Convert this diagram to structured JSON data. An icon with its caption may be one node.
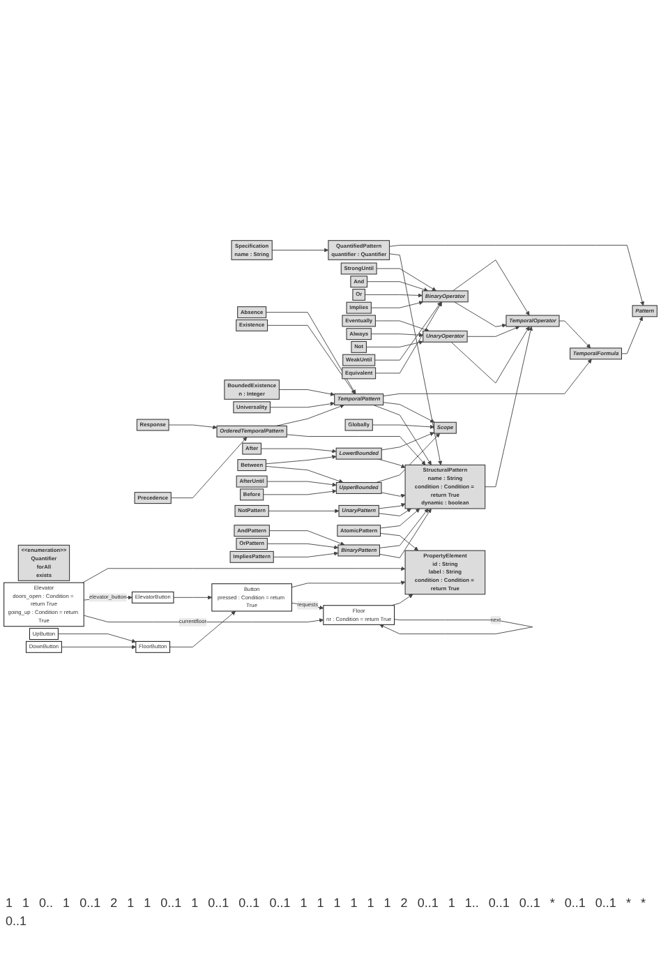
{
  "diagram": {
    "nodes": [
      {
        "text": [
          "Specification",
          "name : String"
        ]
      },
      {
        "text": [
          "QuantifiedPattern",
          "quantifier : Quantifier"
        ]
      },
      {
        "text": [
          "Pattern"
        ]
      },
      {
        "text": [
          "<<enumeration>>",
          "Quantifier",
          "forAll",
          "exists"
        ]
      },
      {
        "text": [
          "TemporalFormula"
        ]
      },
      {
        "text": [
          "TemporalOperator"
        ]
      },
      {
        "text": [
          "BinaryOperator"
        ]
      },
      {
        "text": [
          "UnaryOperator"
        ]
      },
      {
        "text": [
          "StrongUntil"
        ]
      },
      {
        "text": [
          "And"
        ]
      },
      {
        "text": [
          "Or"
        ]
      },
      {
        "text": [
          "Implies"
        ]
      },
      {
        "text": [
          "Eventually"
        ]
      },
      {
        "text": [
          "Always"
        ]
      },
      {
        "text": [
          "Not"
        ]
      },
      {
        "text": [
          "WeakUntil"
        ]
      },
      {
        "text": [
          "Equivalent"
        ]
      },
      {
        "text": [
          "TemporalPattern"
        ]
      },
      {
        "text": [
          "Scope"
        ]
      },
      {
        "text": [
          "Absence"
        ]
      },
      {
        "text": [
          "Existence"
        ]
      },
      {
        "text": [
          "BoundedExistence",
          "n : Integer"
        ]
      },
      {
        "text": [
          "Universality"
        ]
      },
      {
        "text": [
          "Globally"
        ]
      },
      {
        "text": [
          "LowerBounded"
        ]
      },
      {
        "text": [
          "UpperBounded"
        ]
      },
      {
        "text": [
          "OrderedTemporalPattern"
        ]
      },
      {
        "text": [
          "After"
        ]
      },
      {
        "text": [
          "Between"
        ]
      },
      {
        "text": [
          "AfterUntil"
        ]
      },
      {
        "text": [
          "Before"
        ]
      },
      {
        "text": [
          "Response"
        ]
      },
      {
        "text": [
          "Precedence"
        ]
      },
      {
        "text": [
          "StructuralPattern",
          "name : String",
          "condition : Condition = return True",
          "dynamic : boolean"
        ]
      },
      {
        "text": [
          "UnaryPattern"
        ]
      },
      {
        "text": [
          "BinaryPattern"
        ]
      },
      {
        "text": [
          "AtomicPattern"
        ]
      },
      {
        "text": [
          "PropertyElement",
          "id : String",
          "label : String",
          "condition : Condition = return True"
        ]
      },
      {
        "text": [
          "NotPattern"
        ]
      },
      {
        "text": [
          "AndPattern"
        ]
      },
      {
        "text": [
          "OrPattern"
        ]
      },
      {
        "text": [
          "ImpliesPattern"
        ]
      },
      {
        "text": [
          "Floor",
          "nr : Condition = return True"
        ]
      },
      {
        "text": [
          "Button",
          "pressed : Condition = return True"
        ]
      },
      {
        "text": [
          "ElevatorButton"
        ]
      },
      {
        "text": [
          "FloorButton"
        ]
      },
      {
        "text": [
          "Elevator",
          "doors_open : Condition = return True",
          "going_up : Condition = return True"
        ]
      },
      {
        "text": [
          "UpButton"
        ]
      },
      {
        "text": [
          "DownButton"
        ]
      }
    ],
    "edges": [
      {
        "from": 0,
        "to": 1,
        "arrow": "to"
      },
      {
        "from": 1,
        "to": 2,
        "arrow": "to"
      },
      {
        "from": 4,
        "to": 2,
        "arrow": "to"
      },
      {
        "from": 5,
        "to": 4,
        "arrow": "to"
      },
      {
        "from": 17,
        "to": 4,
        "arrow": "to"
      },
      {
        "from": 1,
        "to": 33,
        "arrow": "to"
      },
      {
        "from": 6,
        "to": 5,
        "arrow": "to"
      },
      {
        "from": 7,
        "to": 5,
        "arrow": "to"
      },
      {
        "from": 33,
        "to": 5,
        "arrow": "to"
      },
      {
        "from": 6,
        "to": 5,
        "arrow": "to"
      },
      {
        "from": 7,
        "to": 5,
        "arrow": "to"
      },
      {
        "from": 8,
        "to": 6,
        "arrow": "to"
      },
      {
        "from": 15,
        "to": 6,
        "arrow": "to"
      },
      {
        "from": 9,
        "to": 6,
        "arrow": "to"
      },
      {
        "from": 16,
        "to": 6,
        "arrow": "to"
      },
      {
        "from": 10,
        "to": 6,
        "arrow": "to"
      },
      {
        "from": 11,
        "to": 6,
        "arrow": "to"
      },
      {
        "from": 12,
        "to": 7,
        "arrow": "to"
      },
      {
        "from": 13,
        "to": 7,
        "arrow": "to"
      },
      {
        "from": 14,
        "to": 7,
        "arrow": "to"
      },
      {
        "from": 17,
        "to": 18,
        "arrow": "to"
      },
      {
        "from": 19,
        "to": 17,
        "arrow": "to"
      },
      {
        "from": 22,
        "to": 17,
        "arrow": "to"
      },
      {
        "from": 20,
        "to": 17,
        "arrow": "to"
      },
      {
        "from": 26,
        "to": 17,
        "arrow": "to"
      },
      {
        "from": 21,
        "to": 17,
        "arrow": "to"
      },
      {
        "from": 17,
        "to": 33,
        "arrow": "to"
      },
      {
        "from": 23,
        "to": 18,
        "arrow": "to"
      },
      {
        "from": 24,
        "to": 18,
        "arrow": "to"
      },
      {
        "from": 25,
        "to": 18,
        "arrow": "to"
      },
      {
        "from": 24,
        "to": 33,
        "arrow": "to"
      },
      {
        "from": 25,
        "to": 33,
        "arrow": "to"
      },
      {
        "from": 26,
        "to": 33,
        "arrow": "to"
      },
      {
        "from": 27,
        "to": 24,
        "arrow": "to"
      },
      {
        "from": 28,
        "to": 24,
        "arrow": "to"
      },
      {
        "from": 28,
        "to": 25,
        "arrow": "to"
      },
      {
        "from": 29,
        "to": 25,
        "arrow": "to"
      },
      {
        "from": 30,
        "to": 25,
        "arrow": "to"
      },
      {
        "from": 31,
        "to": 26,
        "arrow": "to"
      },
      {
        "from": 32,
        "to": 26,
        "arrow": "to"
      },
      {
        "from": 34,
        "to": 33,
        "arrow": "to"
      },
      {
        "from": 35,
        "to": 33,
        "arrow": "to"
      },
      {
        "from": 36,
        "to": 33,
        "arrow": "to"
      },
      {
        "from": 34,
        "to": 33,
        "arrow": "to"
      },
      {
        "from": 35,
        "to": 33,
        "arrow": "to"
      },
      {
        "from": 36,
        "to": 37,
        "arrow": "to"
      },
      {
        "from": 38,
        "to": 34,
        "arrow": "to"
      },
      {
        "from": 39,
        "to": 35,
        "arrow": "to"
      },
      {
        "from": 40,
        "to": 35,
        "arrow": "to"
      },
      {
        "from": 41,
        "to": 35,
        "arrow": "to"
      },
      {
        "from": 42,
        "to": 37,
        "arrow": "to"
      },
      {
        "from": 46,
        "to": 37,
        "arrow": "to"
      },
      {
        "from": 43,
        "to": 37,
        "arrow": "to"
      },
      {
        "from": 42,
        "to": 42,
        "arrow": "to",
        "label": "next"
      },
      {
        "from": 43,
        "to": 42,
        "arrow": "to",
        "label": "requests"
      },
      {
        "from": 46,
        "to": 44,
        "arrow": "to",
        "label": "elevator_button"
      },
      {
        "from": 46,
        "to": 42,
        "arrow": "to",
        "label": "currentfloor"
      },
      {
        "from": 44,
        "to": 43,
        "arrow": "to"
      },
      {
        "from": 45,
        "to": 43,
        "arrow": "to"
      },
      {
        "from": 47,
        "to": 45,
        "arrow": "to"
      },
      {
        "from": 48,
        "to": 45,
        "arrow": "to"
      }
    ],
    "labels": [
      "1",
      "1",
      "0..",
      "1",
      "0..1",
      "2",
      "1",
      "1",
      "0..1",
      "1",
      "0..1",
      "0..1",
      "0..1",
      "1",
      "1",
      "1",
      "1",
      "1",
      "1",
      "2",
      "0..1",
      "1",
      "1..",
      "0..1",
      "0..1",
      "*",
      "0..1",
      "0..1",
      "*",
      "*",
      "0..1"
    ]
  }
}
